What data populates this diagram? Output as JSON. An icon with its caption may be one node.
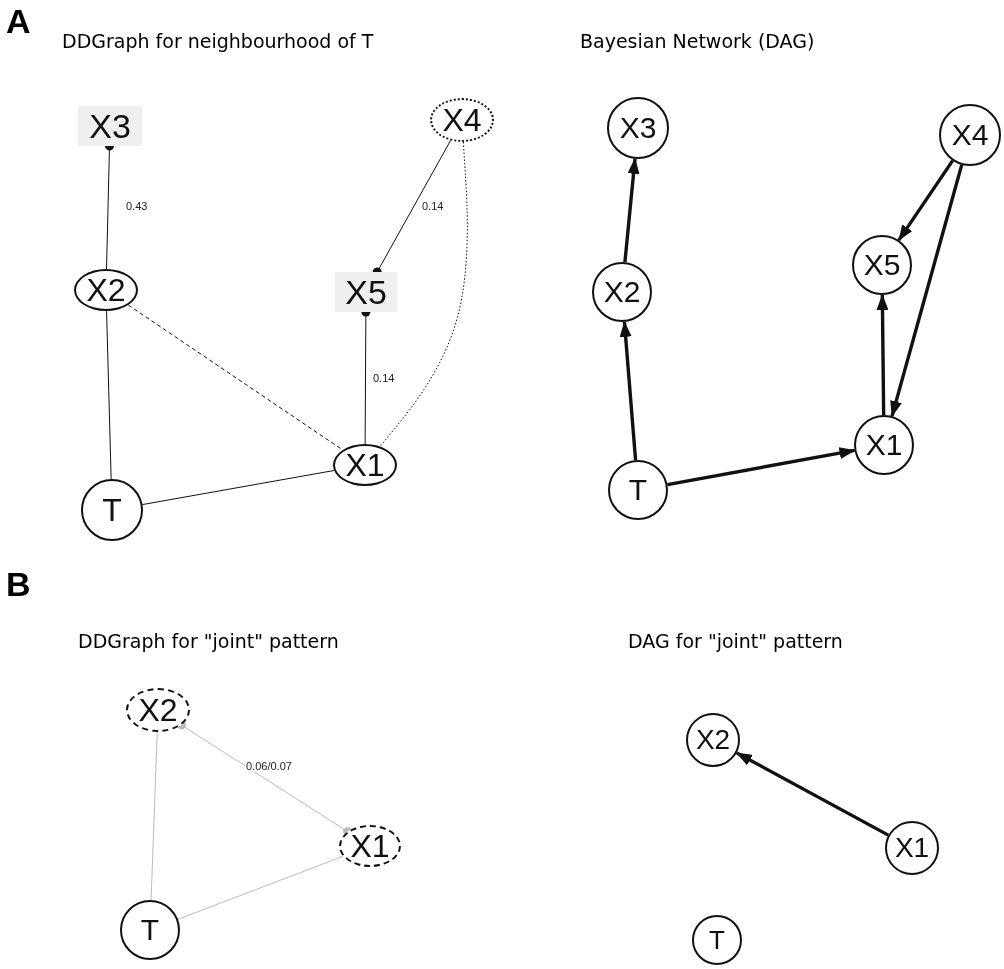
{
  "diagram": {
    "nodes": [
      {
        "text": [
          "X3"
        ]
      },
      {
        "text": [
          "X4"
        ]
      },
      {
        "text": [
          "X2"
        ]
      },
      {
        "text": [
          "X5"
        ]
      },
      {
        "text": [
          "X1"
        ]
      },
      {
        "text": [
          "T"
        ]
      },
      {
        "text": [
          "X3"
        ]
      },
      {
        "text": [
          "X4"
        ]
      },
      {
        "text": [
          "X5"
        ]
      },
      {
        "text": [
          "X2"
        ]
      },
      {
        "text": [
          "X1"
        ]
      },
      {
        "text": [
          "T"
        ]
      },
      {
        "text": [
          "X2"
        ]
      },
      {
        "text": [
          "X1"
        ]
      },
      {
        "text": [
          "T"
        ]
      },
      {
        "text": [
          "X2"
        ]
      },
      {
        "text": [
          "X1"
        ]
      },
      {
        "text": [
          "T"
        ]
      }
    ],
    "edges": [
      {
        "from": 2,
        "to": 0,
        "arrow": "other",
        "label": "0.43"
      },
      {
        "from": 1,
        "to": 3,
        "arrow": "other",
        "label": "0.14"
      },
      {
        "from": 4,
        "to": 3,
        "arrow": "other",
        "label": "0.14"
      },
      {
        "from": 2,
        "to": 4,
        "arrow": "none",
        "style": "dashed"
      },
      {
        "from": 1,
        "to": 4,
        "arrow": "none",
        "style": "dashed"
      },
      {
        "from": 5,
        "to": 2,
        "arrow": "none"
      },
      {
        "from": 5,
        "to": 4,
        "arrow": "none"
      },
      {
        "from": 11,
        "to": 9,
        "arrow": "to",
        "style": "thick"
      },
      {
        "from": 9,
        "to": 6,
        "arrow": "to",
        "style": "thick"
      },
      {
        "from": 11,
        "to": 10,
        "arrow": "to",
        "style": "thick"
      },
      {
        "from": 10,
        "to": 8,
        "arrow": "to",
        "style": "thick"
      },
      {
        "from": 7,
        "to": 8,
        "arrow": "to",
        "style": "thick"
      },
      {
        "from": 7,
        "to": 10,
        "arrow": "to",
        "style": "thick"
      },
      {
        "from": 12,
        "to": 13,
        "arrow": "other",
        "label": "0.06/0.07",
        "color": "#bbbbbb"
      },
      {
        "from": 14,
        "to": 12,
        "arrow": "none",
        "color": "#bbbbbb"
      },
      {
        "from": 14,
        "to": 13,
        "arrow": "none",
        "color": "#bbbbbb"
      },
      {
        "from": 16,
        "to": 15,
        "arrow": "to",
        "style": "thick"
      }
    ],
    "labels": [
      "A",
      "DDGraph for neighbourhood of T",
      "Bayesian Network (DAG)",
      "B",
      "DDGraph for \"joint\" pattern",
      "DAG for \"joint\" pattern"
    ]
  }
}
